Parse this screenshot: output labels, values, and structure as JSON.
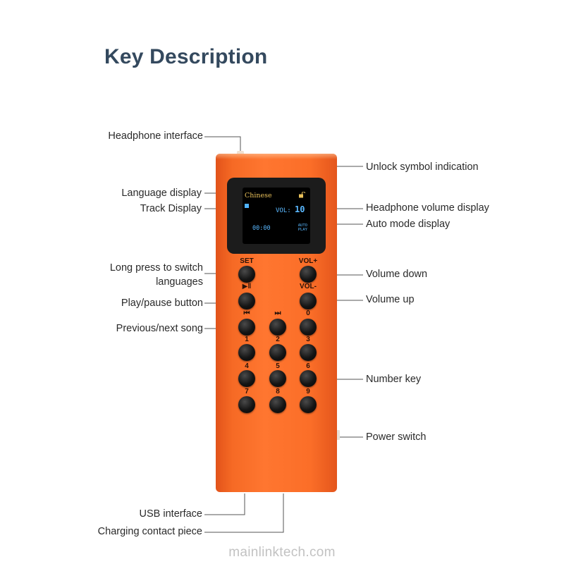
{
  "title": "Key Description",
  "labels": {
    "headphone_interface": "Headphone interface",
    "language_display": "Language display",
    "track_display": "Track Display",
    "long_press": "Long press to switch languages",
    "play_pause": "Play/pause button",
    "prev_next": "Previous/next song",
    "usb_interface": "USB interface",
    "charging_contact": "Charging contact piece",
    "unlock_symbol": "Unlock symbol indication",
    "headphone_volume": "Headphone volume display",
    "auto_mode": "Auto mode display",
    "volume_down": "Volume down",
    "volume_up": "Volume up",
    "number_key": "Number key",
    "power_switch": "Power switch"
  },
  "screen": {
    "language": "Chinese",
    "volume_label": "VOL:",
    "volume_value": "10",
    "time": "00:00",
    "auto_line1": "AUTO",
    "auto_line2": "PLAY"
  },
  "keys": {
    "set": "SET",
    "vol_plus": "VOL+",
    "vol_minus": "VOL-",
    "play_pause_icon": "▶‖",
    "prev_icon": "⏮",
    "next_icon": "⏭",
    "digits": [
      "0",
      "1",
      "2",
      "3",
      "4",
      "5",
      "6",
      "7",
      "8",
      "9"
    ]
  },
  "icons": {
    "screen_lock": "lock-icon",
    "track": "track-icon"
  },
  "colors": {
    "device_body": "#ff7630",
    "title": "#34495e",
    "screen_yellow": "#e8c05a",
    "screen_blue": "#5ab8ff"
  },
  "watermark": "mainlinktech.com"
}
